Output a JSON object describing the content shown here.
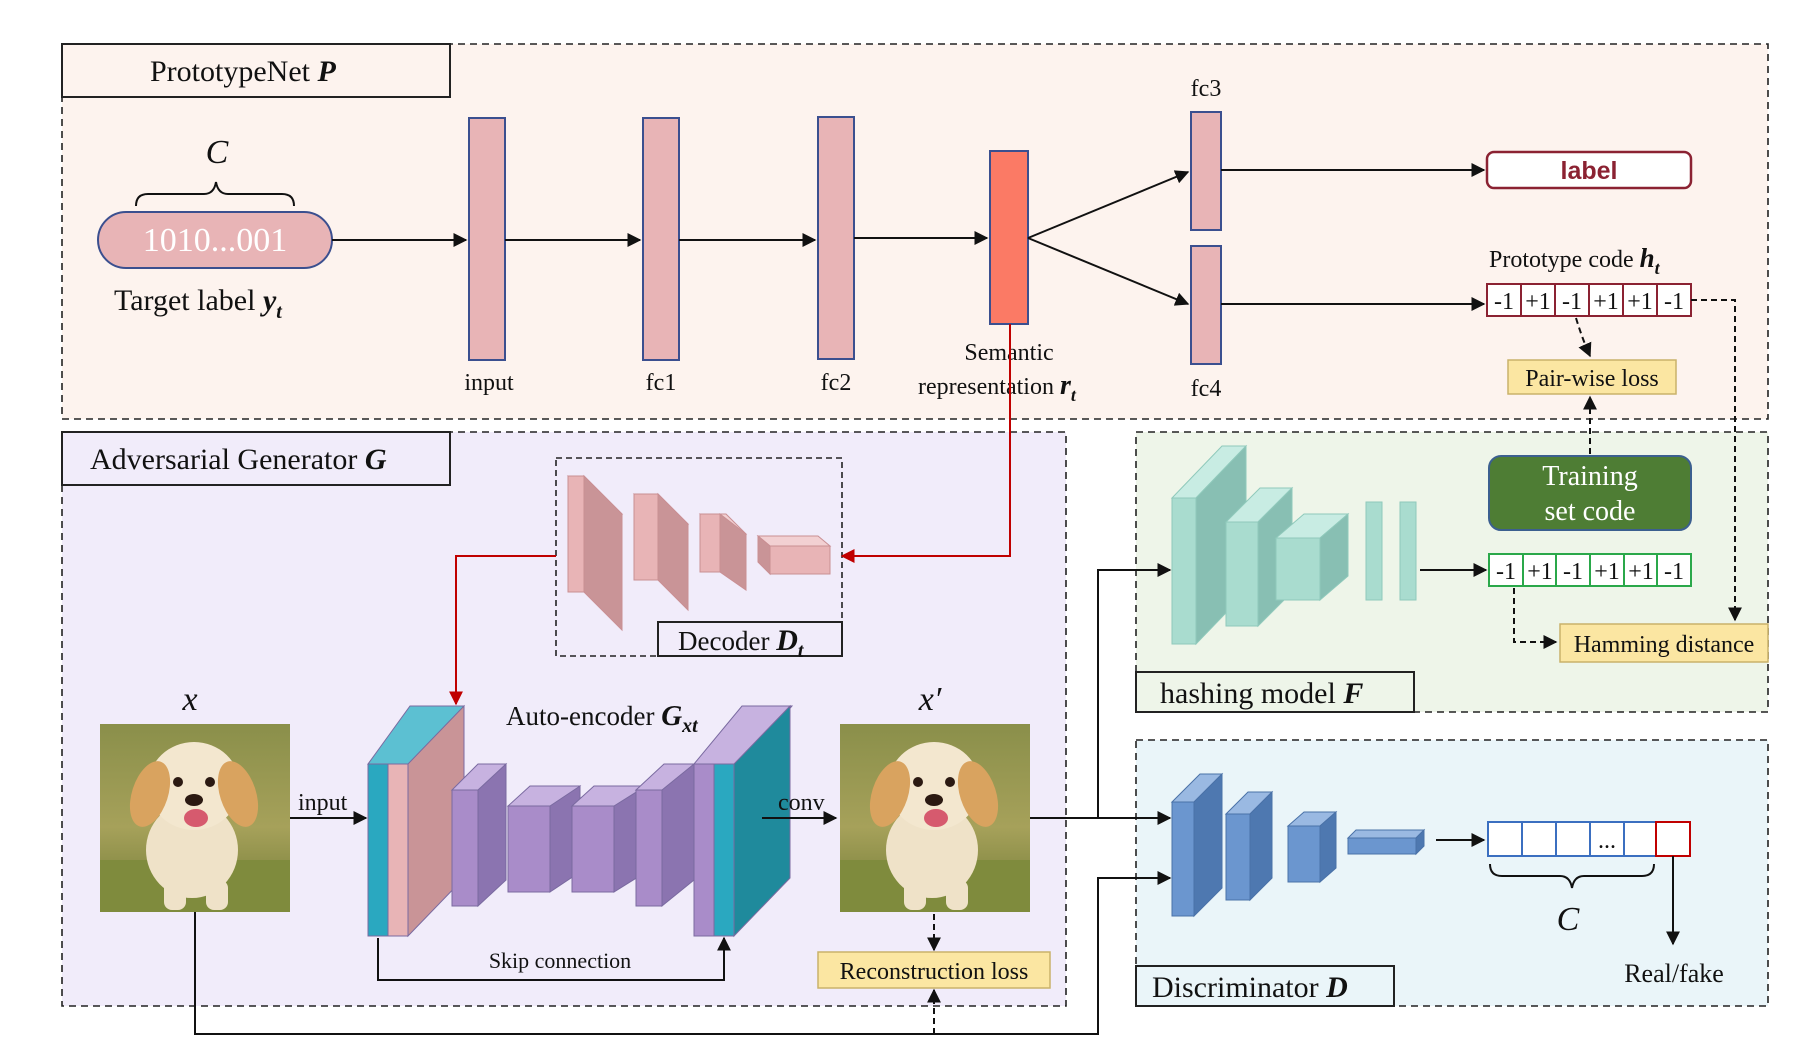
{
  "sections": {
    "prototype_net": {
      "title": "PrototypeNet",
      "symbol": "P"
    },
    "generator": {
      "title": "Adversarial Generator",
      "symbol": "G"
    },
    "hashing": {
      "title": "hashing model",
      "symbol": "F"
    },
    "discriminator": {
      "title": "Discriminator",
      "symbol": "D"
    }
  },
  "prototype_net": {
    "class_count": "C",
    "target_code": "1010...001",
    "target_label": "Target label",
    "target_label_symbol": "y",
    "target_label_sub": "t",
    "layers": {
      "input": "input",
      "fc1": "fc1",
      "fc2": "fc2",
      "fc3": "fc3",
      "fc4": "fc4"
    },
    "semantic_line1": "Semantic",
    "semantic_line2": "representation",
    "semantic_symbol": "r",
    "semantic_sub": "t",
    "label_box": "label",
    "prototype_code": "Prototype code",
    "prototype_symbol": "h",
    "prototype_sub": "t",
    "code_bits": [
      "-1",
      "+1",
      "-1",
      "+1",
      "+1",
      "-1"
    ],
    "pairwise_loss": "Pair-wise loss",
    "training_code_line1": "Training",
    "training_code_line2": "set code"
  },
  "generator": {
    "decoder": "Decoder",
    "decoder_symbol": "D",
    "decoder_sub": "t",
    "x_label": "x",
    "x_prime_label": "x′",
    "input_label": "input",
    "autoencoder": "Auto-encoder",
    "autoencoder_symbol": "G",
    "autoencoder_sub": "xt",
    "conv_label": "conv",
    "skip_connection": "Skip connection",
    "reconstruction_loss": "Reconstruction loss"
  },
  "hashing": {
    "code_bits": [
      "-1",
      "+1",
      "-1",
      "+1",
      "+1",
      "-1"
    ],
    "hamming_distance": "Hamming distance"
  },
  "discriminator": {
    "output_dots": "...",
    "class_count": "C",
    "real_fake": "Real/fake"
  },
  "colors": {
    "prototype_bg": "#fdf3ee",
    "generator_bg": "#f1ecfa",
    "hashing_bg": "#eef5e9",
    "discriminator_bg": "#eaf5f9",
    "fc_layer": "#e8b4b6",
    "semantic_layer": "#fb7a65",
    "decoder": "#e8b4b6",
    "autoencoder": "#a98cc9",
    "encoder_teal": "#2aa8c0",
    "hashing_blocks": "#a9dccf",
    "discriminator_blocks": "#6b96cf",
    "loss_box": "#fbe6a2",
    "training_code": "#4e7d34",
    "red_arrow": "#c00000"
  }
}
